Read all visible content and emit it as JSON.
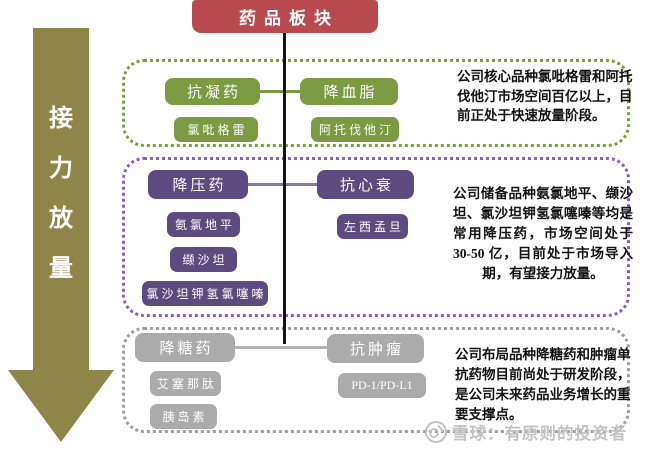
{
  "root": {
    "label": "药品板块"
  },
  "arrow": {
    "chars": [
      "接",
      "力",
      "放",
      "量"
    ]
  },
  "groups": [
    {
      "stage": "core-marketed",
      "categories": [
        {
          "label": "抗凝药",
          "products": [
            "氯吡格雷"
          ]
        },
        {
          "label": "降血脂",
          "products": [
            "阿托伐他汀"
          ]
        }
      ],
      "description": "公司核心品种氯吡格雷和阿托伐他汀市场空间百亿以上，目前正处于快速放量阶段。"
    },
    {
      "stage": "reserve-pipeline",
      "categories": [
        {
          "label": "降压药",
          "products": [
            "氨氯地平",
            "缬沙坦",
            "氯沙坦钾氢氯噻嗪"
          ]
        },
        {
          "label": "抗心衰",
          "products": [
            "左西孟旦"
          ]
        }
      ],
      "description": "公司储备品种氨氯地平、缬沙坦、氯沙坦钾氢氯噻嗪等均是常用降压药，市场空间处于 30-50 亿，目前处于市场导入期，有望接力放量。"
    },
    {
      "stage": "in-research",
      "categories": [
        {
          "label": "降糖药",
          "products": [
            "艾塞那肽",
            "胰岛素"
          ]
        },
        {
          "label": "抗肿瘤",
          "products": [
            "PD-1/PD-L1"
          ]
        }
      ],
      "description": "公司布局品种降糖药和肿瘤单抗药物目前尚处于研发阶段，是公司未来药品业务增长的重要支撑点。"
    }
  ],
  "watermark": {
    "text": "雪球：有原则的投资者"
  },
  "colors": {
    "title_bg": "#b8494f",
    "stage1_accent": "#7aa23c",
    "stage1_node": "#7b9a41",
    "stage2_accent": "#8c5ec2",
    "stage2_node": "#5d4b80",
    "stage3_accent": "#9f9f9f",
    "stage3_node": "#ababab",
    "arrow": "#8e8649",
    "trunk": "#141414",
    "watermark": "#c3c3c3"
  }
}
